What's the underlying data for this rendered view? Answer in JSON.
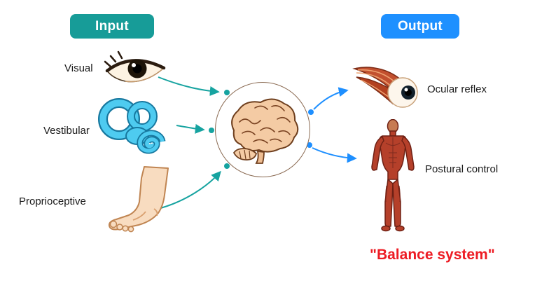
{
  "badges": {
    "input": "Input",
    "output": "Output"
  },
  "inputs": {
    "visual": "Visual",
    "vestibular": "Vestibular",
    "proprioceptive": "Proprioceptive"
  },
  "outputs": {
    "ocular": "Ocular reflex",
    "postural": "Postural control"
  },
  "caption": "\"Balance system\"",
  "colors": {
    "input_badge": "#179c98",
    "output_badge": "#1e90ff",
    "input_arrow": "#16a3a0",
    "output_arrow": "#1e8fff",
    "caption_red": "#ed1c24",
    "brain_fill": "#f4cba4",
    "ear_cyan": "#4ecbf0"
  }
}
